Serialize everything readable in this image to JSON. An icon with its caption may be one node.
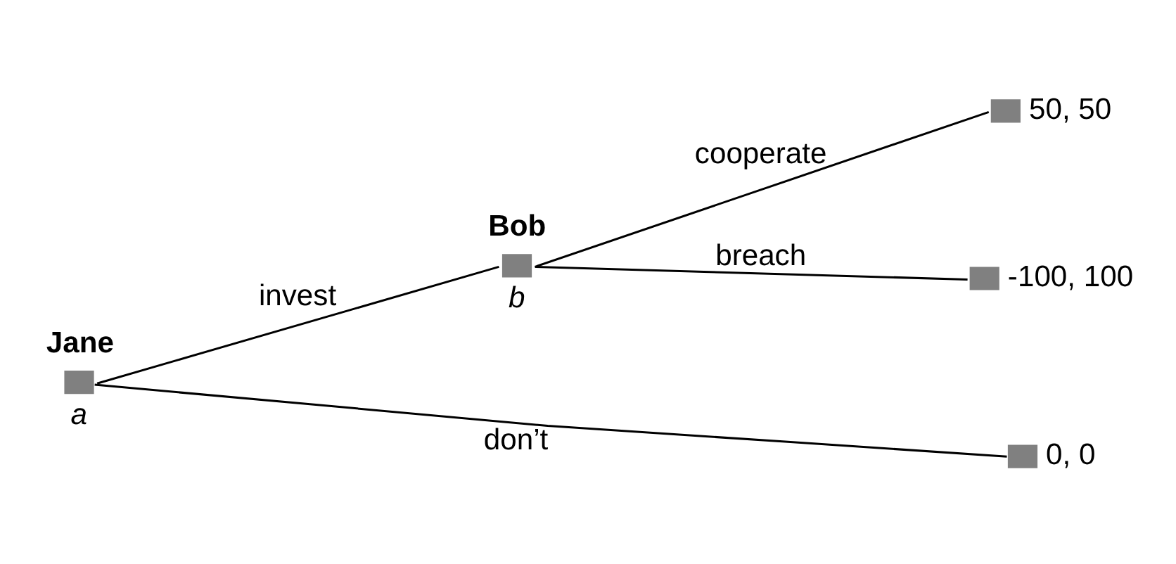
{
  "diagram": {
    "nodes": [
      {
        "text": [
          "Jane"
        ],
        "beside": [
          "a"
        ]
      },
      {
        "text": [
          "Bob"
        ],
        "beside": [
          "b"
        ]
      },
      {
        "text": [],
        "shape": "box",
        "beside": [
          "50, 50"
        ]
      },
      {
        "text": [],
        "shape": "box",
        "beside": [
          "-100, 100"
        ]
      },
      {
        "text": [],
        "shape": "box",
        "beside": [
          "0, 0"
        ]
      }
    ],
    "edges": [
      {
        "from": 0,
        "to": 1,
        "arrow": "none",
        "label": "invest"
      },
      {
        "from": 0,
        "to": 4,
        "arrow": "none",
        "label": "don’t"
      },
      {
        "from": 1,
        "to": 2,
        "arrow": "none",
        "label": "cooperate"
      },
      {
        "from": 1,
        "to": 3,
        "arrow": "none",
        "label": "breach"
      }
    ]
  }
}
